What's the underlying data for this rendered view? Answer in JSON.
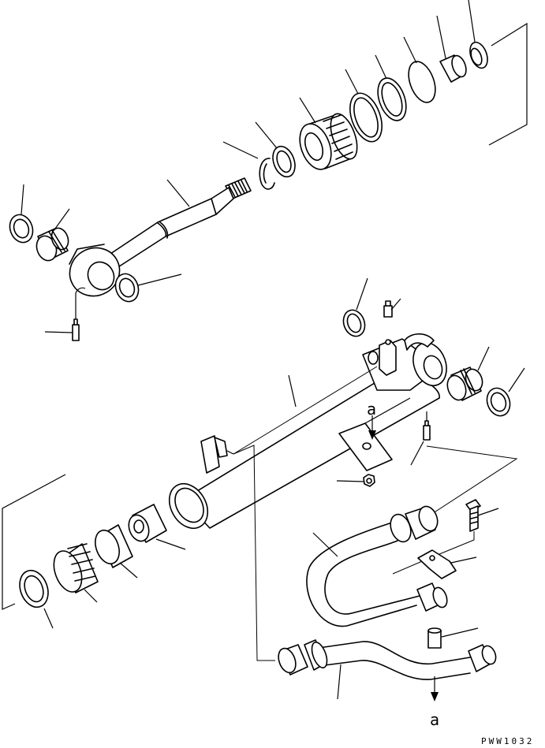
{
  "diagram": {
    "callout_upper": "a",
    "callout_lower": "a",
    "drawing_code": "PWW1032"
  }
}
